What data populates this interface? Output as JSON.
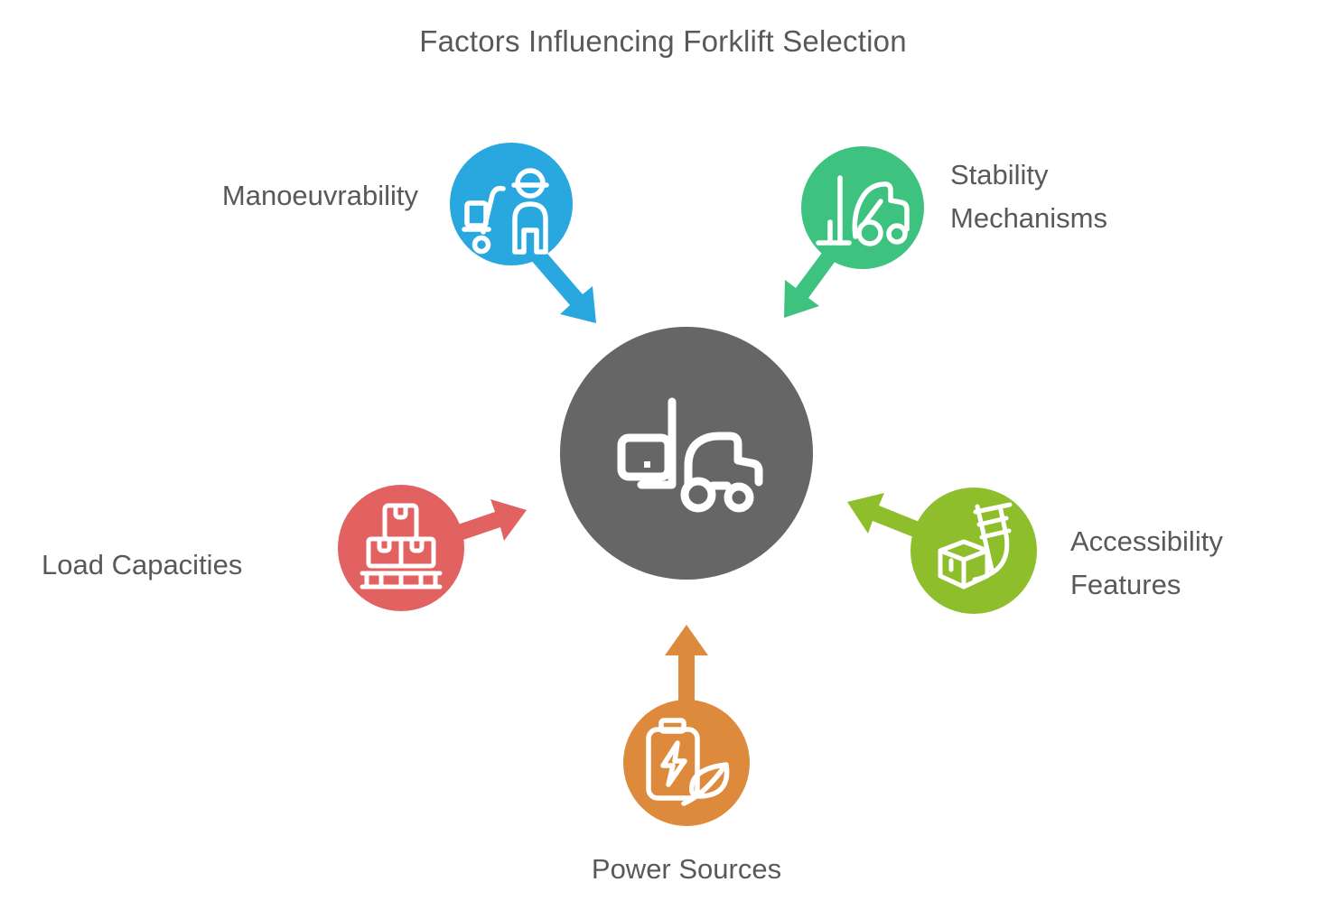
{
  "title": "Factors Influencing Forklift Selection",
  "colors": {
    "title_text": "#58595B",
    "label_text": "#58595B",
    "background": "#FFFFFF"
  },
  "center": {
    "icon": "forklift-icon",
    "color": "#666666"
  },
  "nodes": [
    {
      "label": "Manoeuvrability",
      "color": "#29A8DF",
      "icon": "worker-hand-truck-icon",
      "position": "top-left"
    },
    {
      "label": "Stability Mechanisms",
      "color": "#3EC27F",
      "icon": "forklift-side-icon",
      "position": "top-right"
    },
    {
      "label": "Load Capacities",
      "color": "#E26161",
      "icon": "boxes-on-pallet-icon",
      "position": "left"
    },
    {
      "label": "Accessibility Features",
      "color": "#8FBE2D",
      "icon": "box-hand-truck-icon",
      "position": "right"
    },
    {
      "label": "Power Sources",
      "color": "#DD8A3C",
      "icon": "battery-leaf-icon",
      "position": "bottom"
    }
  ]
}
